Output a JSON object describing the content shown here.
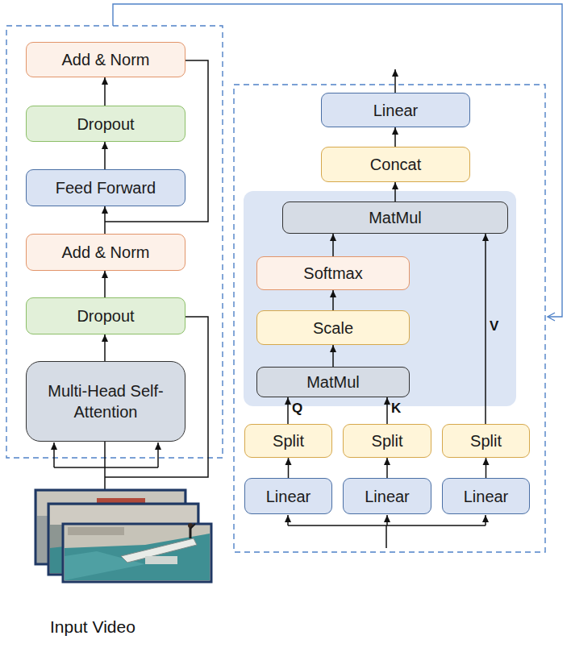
{
  "diagram": {
    "nodes": [
      {
        "text": [
          "Add & Norm"
        ]
      },
      {
        "text": [
          "Dropout"
        ]
      },
      {
        "text": [
          "Feed Forward"
        ]
      },
      {
        "text": [
          "Add & Norm"
        ]
      },
      {
        "text": [
          "Dropout"
        ]
      },
      {
        "text": [
          "Multi-Head Self-Attention"
        ]
      },
      {
        "text": [
          "Linear"
        ]
      },
      {
        "text": [
          "Concat"
        ]
      },
      {
        "text": [
          "MatMul"
        ]
      },
      {
        "text": [
          "Softmax"
        ]
      },
      {
        "text": [
          "Scale"
        ]
      },
      {
        "text": [
          "MatMul"
        ]
      },
      {
        "text": [
          "Split"
        ]
      },
      {
        "text": [
          "Split"
        ]
      },
      {
        "text": [
          "Split"
        ]
      },
      {
        "text": [
          "Linear"
        ]
      },
      {
        "text": [
          "Linear"
        ]
      },
      {
        "text": [
          "Linear"
        ]
      }
    ],
    "edges": [
      {
        "from": 5,
        "to": 4,
        "arrow": "to"
      },
      {
        "from": 4,
        "to": 3,
        "arrow": "to"
      },
      {
        "from": 3,
        "to": 2,
        "arrow": "to"
      },
      {
        "from": 2,
        "to": 1,
        "arrow": "to"
      },
      {
        "from": 1,
        "to": 0,
        "arrow": "to"
      },
      {
        "from": 15,
        "to": 12,
        "arrow": "to"
      },
      {
        "from": 16,
        "to": 13,
        "arrow": "to"
      },
      {
        "from": 17,
        "to": 14,
        "arrow": "to"
      },
      {
        "from": 12,
        "to": 11,
        "label": "Q",
        "arrow": "to"
      },
      {
        "from": 13,
        "to": 11,
        "label": "K",
        "arrow": "to"
      },
      {
        "from": 14,
        "to": 8,
        "label": "V",
        "arrow": "to"
      },
      {
        "from": 11,
        "to": 10,
        "arrow": "to"
      },
      {
        "from": 10,
        "to": 9,
        "arrow": "to"
      },
      {
        "from": 9,
        "to": 8,
        "arrow": "to"
      },
      {
        "from": 8,
        "to": 7,
        "arrow": "to"
      },
      {
        "from": 7,
        "to": 6,
        "arrow": "to"
      }
    ],
    "labels": [
      "Input Video"
    ]
  }
}
